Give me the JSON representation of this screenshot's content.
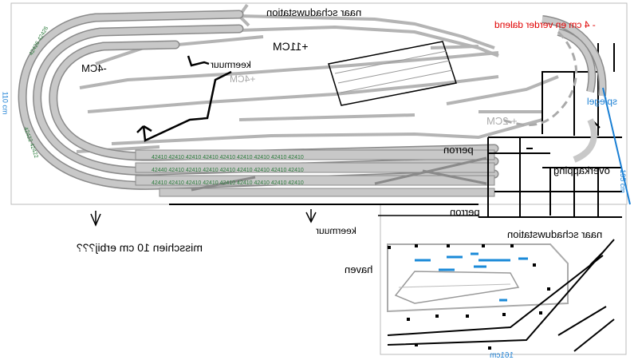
{
  "labels": {
    "to_shadow_station_top": "naar schaduwstation",
    "red_note": "- 4 cm en verder dalend",
    "plus_11cm": "+11CM",
    "keermuur_top": "keermuur",
    "minus_4cm": "-4CM",
    "plus_4cm_grey": "+4CM",
    "spiegel": "spiegel",
    "plus_2cm": "+ 2CM",
    "perron_top": "perron",
    "overkapping": "overkapping",
    "perron_bottom": "perron",
    "keermuur_bottom": "keermuur",
    "to_shadow_station_bottom": "naar schaduwstation",
    "misschien": "misschien 10 cm erbij???",
    "haven": "haven",
    "dim_110": "110 cm",
    "dim_195": "195 cm",
    "dim_161": "161cm"
  },
  "colors": {
    "track_fill": "#c8c8c8",
    "track_edge": "#8a8a8a",
    "outline": "#000000",
    "arrow_grey": "#b4b4b4",
    "red_note": "#e00000",
    "blue": "#1a7fd4",
    "water": "#1a8ad8",
    "track_code": "#2a7a3a"
  },
  "icons": [
    "down-arrow-icon",
    "left-arrow-icon",
    "mirror-icon"
  ]
}
